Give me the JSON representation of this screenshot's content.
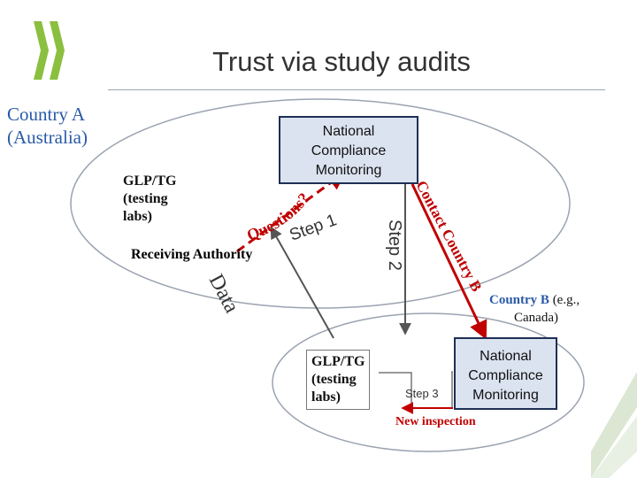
{
  "title": "Trust via study audits",
  "country_a": {
    "line1": "Country A",
    "line2": "(Australia)"
  },
  "authority_a": {
    "line1": "National",
    "line2": "Compliance",
    "line3": "Monitoring"
  },
  "labs_a": {
    "line1": "GLP/TG",
    "line2": "(testing",
    "line3": "labs)"
  },
  "receiving_authority": "Receiving Authority",
  "questions": "Questions?",
  "step1": "Step 1",
  "step2": "Step 2",
  "contact": "Contact Country B",
  "data_label": "Data",
  "country_b": {
    "name": "Country B",
    "rest": " (e.g.,",
    "line2": "Canada)"
  },
  "authority_b": {
    "line1": "National",
    "line2": "Compliance",
    "line3": "Monitoring"
  },
  "labs_b": {
    "line1": "GLP/TG",
    "line2": "(testing",
    "line3": "labs)"
  },
  "step3": "Step 3",
  "new_inspection": "New inspection",
  "colors": {
    "red": "#c00000",
    "gray": "#555555",
    "blue_text": "#2a5aa6",
    "box_fill": "#dbe3f0",
    "logo_green": "#8bbf3f"
  }
}
